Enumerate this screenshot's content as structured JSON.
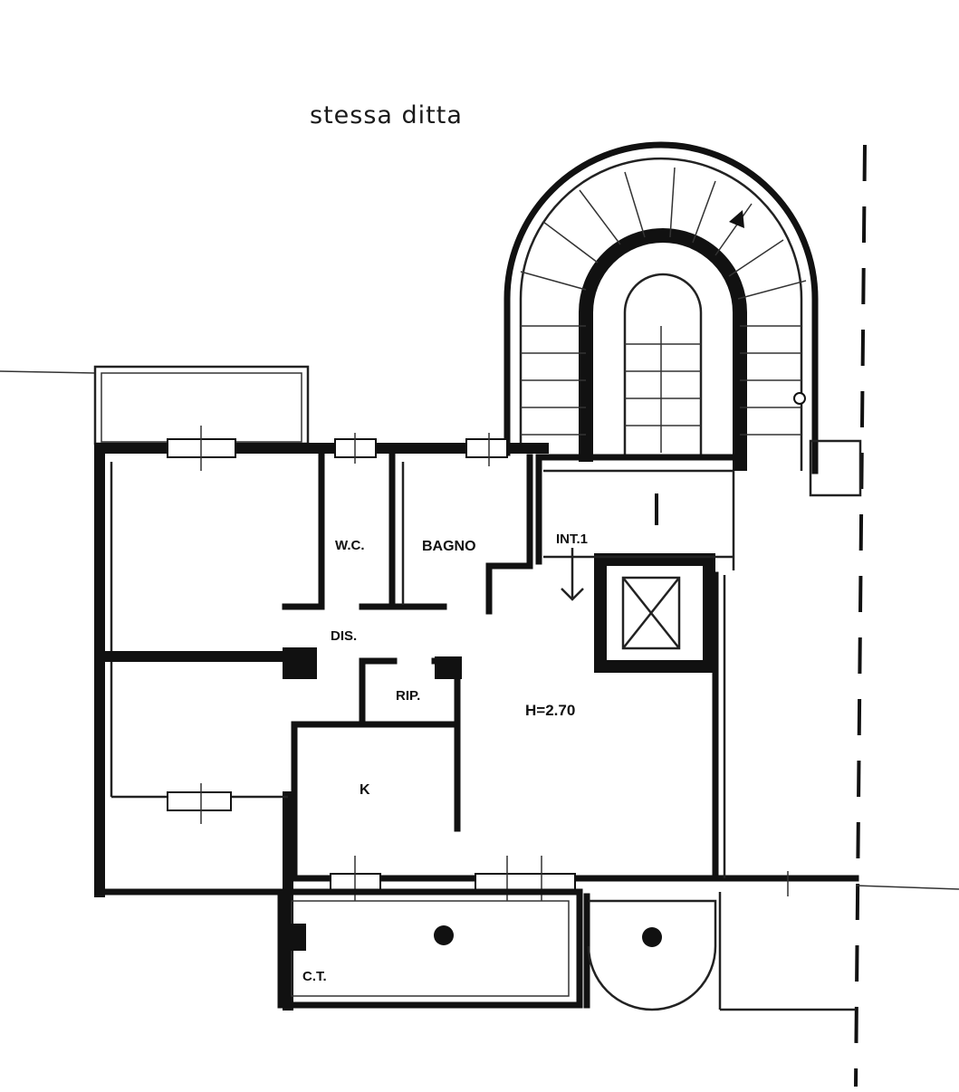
{
  "title": "stessa ditta",
  "rooms": {
    "wc": "W.C.",
    "bagno": "BAGNO",
    "int": "INT.1",
    "dis": "DIS.",
    "rip": "RIP.",
    "height": "H=2.70",
    "kitchen": "K",
    "ct": "C.T."
  },
  "colors": {
    "ink": "#111111",
    "paper": "#ffffff"
  }
}
